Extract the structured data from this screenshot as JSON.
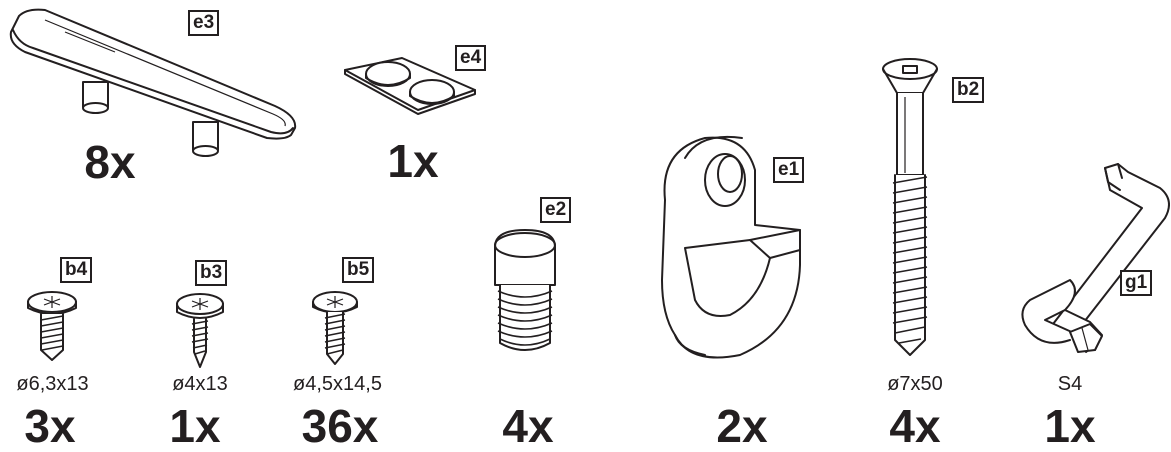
{
  "parts": [
    {
      "id": "e3",
      "label": "e3",
      "quantity": "8x",
      "size": ""
    },
    {
      "id": "e4",
      "label": "e4",
      "quantity": "1x",
      "size": ""
    },
    {
      "id": "b4",
      "label": "b4",
      "quantity": "3x",
      "size": "ø6,3x13"
    },
    {
      "id": "b3",
      "label": "b3",
      "quantity": "1x",
      "size": "ø4x13"
    },
    {
      "id": "b5",
      "label": "b5",
      "quantity": "36x",
      "size": "ø4,5x14,5"
    },
    {
      "id": "e2",
      "label": "e2",
      "quantity": "4x",
      "size": ""
    },
    {
      "id": "e1",
      "label": "e1",
      "quantity": "2x",
      "size": ""
    },
    {
      "id": "b2",
      "label": "b2",
      "quantity": "4x",
      "size": "ø7x50"
    },
    {
      "id": "g1",
      "label": "g1",
      "quantity": "1x",
      "size": "S4"
    }
  ]
}
